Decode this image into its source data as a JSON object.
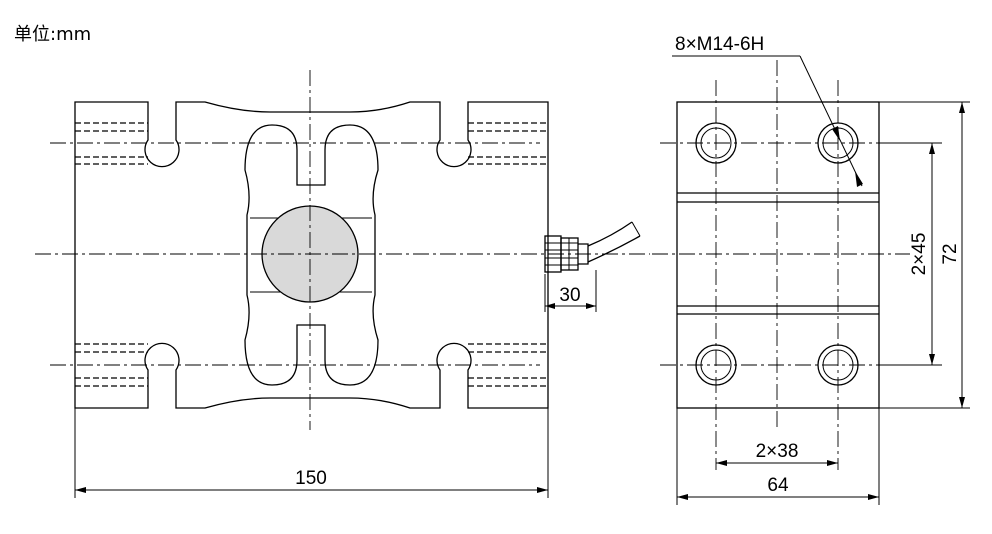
{
  "unit_label": "单位:mm",
  "callouts": {
    "thread_spec": "8×M14-6H"
  },
  "dimensions": {
    "total_length": "150",
    "connector_length": "30",
    "hole_pitch_x": "2×38",
    "side_width": "64",
    "hole_pitch_y": "2×45",
    "side_height": "72"
  },
  "colors": {
    "line": "#000000",
    "button_fill": "#d9d9d9",
    "background": "#ffffff"
  }
}
